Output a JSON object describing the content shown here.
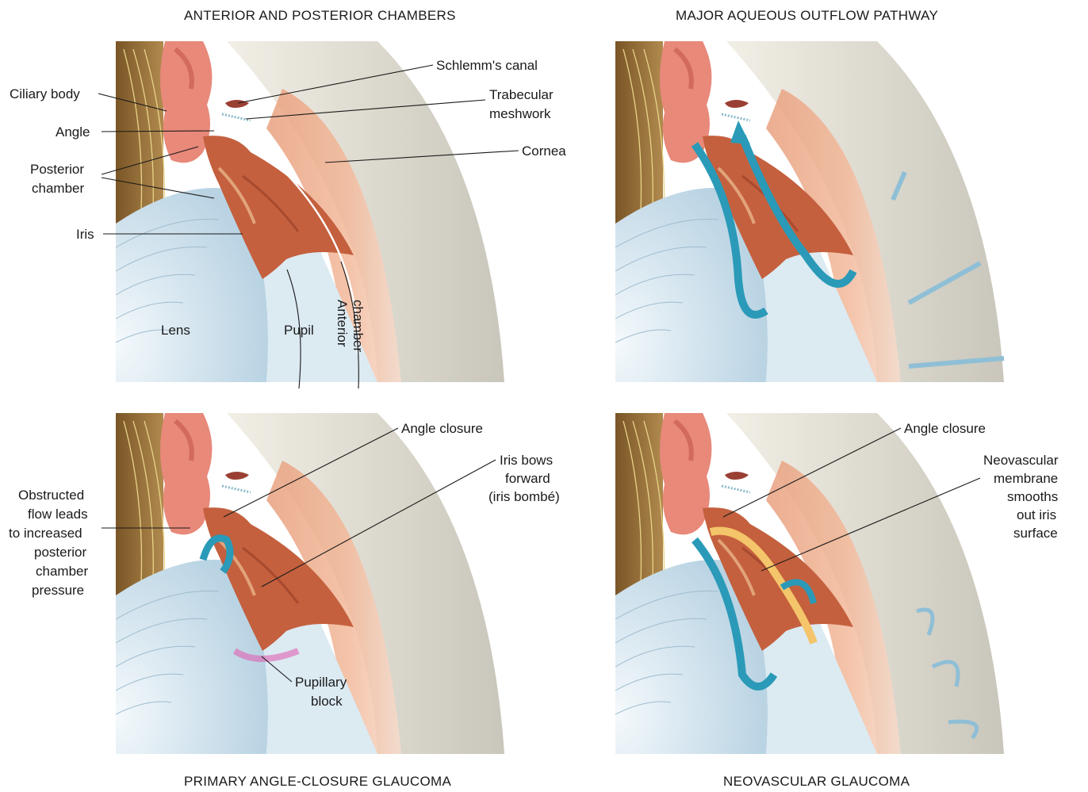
{
  "panels": {
    "top_left": {
      "title": "ANTERIOR AND POSTERIOR CHAMBERS",
      "labels": {
        "ciliary_body": "Ciliary body",
        "angle": "Angle",
        "posterior_chamber_1": "Posterior",
        "posterior_chamber_2": "chamber",
        "iris": "Iris",
        "lens": "Lens",
        "pupil": "Pupil",
        "schlemms_canal": "Schlemm's canal",
        "trabecular_1": "Trabecular",
        "trabecular_2": "meshwork",
        "cornea": "Cornea",
        "anterior_chamber_1": "Anterior",
        "anterior_chamber_2": "chamber"
      }
    },
    "top_right": {
      "title": "MAJOR AQUEOUS OUTFLOW PATHWAY"
    },
    "bottom_left": {
      "title": "PRIMARY ANGLE-CLOSURE GLAUCOMA",
      "labels": {
        "angle_closure": "Angle closure",
        "iris_bows_1": "Iris bows",
        "iris_bows_2": "forward",
        "iris_bows_3": "(iris bombé)",
        "obstructed_1": "Obstructed",
        "obstructed_2": "flow leads",
        "obstructed_3": "to increased",
        "obstructed_4": "posterior",
        "obstructed_5": "chamber",
        "obstructed_6": "pressure",
        "pupillary_1": "Pupillary",
        "pupillary_2": "block"
      }
    },
    "bottom_right": {
      "title": "NEOVASCULAR GLAUCOMA",
      "labels": {
        "angle_closure": "Angle closure",
        "neo_1": "Neovascular",
        "neo_2": "membrane",
        "neo_3": "smooths",
        "neo_4": "out iris",
        "neo_5": "surface"
      }
    }
  },
  "colors": {
    "sclera": "#7a5a2e",
    "ciliary": "#e8897a",
    "iris": "#c9694a",
    "lens": "#dbe9f2",
    "cornea": "#e7e3d6",
    "flow_arrow": "#2a9ab8",
    "aqueous": "#f0c2a8"
  }
}
